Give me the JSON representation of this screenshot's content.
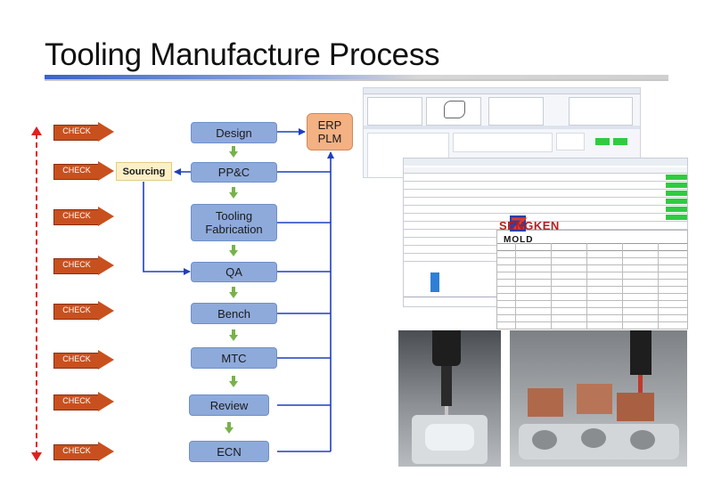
{
  "page": {
    "title": "Tooling Manufacture Process"
  },
  "checks": [
    "CHECK",
    "CHECK",
    "CHECK",
    "CHECK",
    "CHECK",
    "CHECK",
    "CHECK",
    "CHECK"
  ],
  "flow": {
    "design": "Design",
    "ppc": "PP&C",
    "tooling_line1": "Tooling",
    "tooling_line2": "Fabrication",
    "qa": "QA",
    "bench": "Bench",
    "mtc": "MTC",
    "review": "Review",
    "ecn": "ECN",
    "sourcing": "Sourcing",
    "erp_line1": "ERP",
    "erp_line2": "PLM"
  },
  "screens": {
    "logo_brand": "SENGKEN",
    "logo_sub": "MOLD"
  },
  "colors": {
    "box_blue": "#8eaadb",
    "erp_orange": "#f4b183",
    "check_orange": "#c8501e",
    "arrow_green": "#78b24a",
    "line_blue": "#1f3fbf",
    "dash_red": "#e02020"
  }
}
